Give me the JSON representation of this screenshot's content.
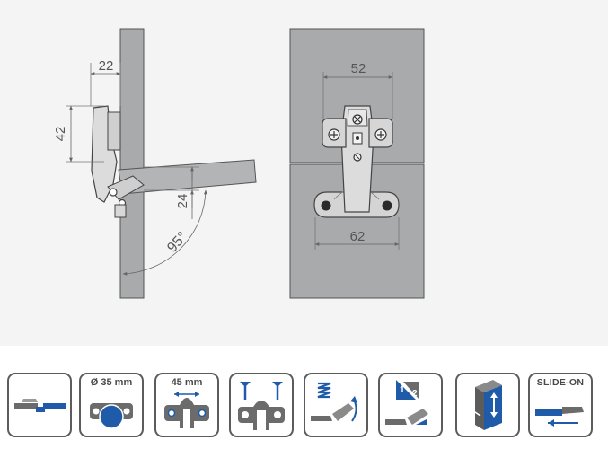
{
  "drawing": {
    "dim_22": "22",
    "dim_42": "42",
    "dim_24": "24",
    "angle": "95°",
    "dim_52": "52",
    "dim_62": "62"
  },
  "features": [
    {
      "name": "overlay",
      "icon": "half-overlay-icon",
      "label": ""
    },
    {
      "name": "cup-diameter",
      "icon": "cup-35mm-icon",
      "label": "Ø 35 mm"
    },
    {
      "name": "plate-distance",
      "icon": "plate-45mm-icon",
      "label": "45 mm"
    },
    {
      "name": "screw-fixing",
      "icon": "screw-fixing-icon",
      "label": ""
    },
    {
      "name": "soft-close",
      "icon": "spring-close-icon",
      "label": ""
    },
    {
      "name": "adjustment",
      "icon": "two-way-adjust-icon",
      "label": ""
    },
    {
      "name": "height-adjustment",
      "icon": "height-adjust-icon",
      "label": ""
    },
    {
      "name": "slide-on",
      "icon": "slide-on-icon",
      "label": "SLIDE-ON"
    }
  ],
  "colors": {
    "panel": "#a8aaac",
    "panel_edge": "#555555",
    "accent_blue": "#1f5ba8",
    "icon_grey": "#6b6b6b",
    "metal": "#c8c8c8"
  }
}
